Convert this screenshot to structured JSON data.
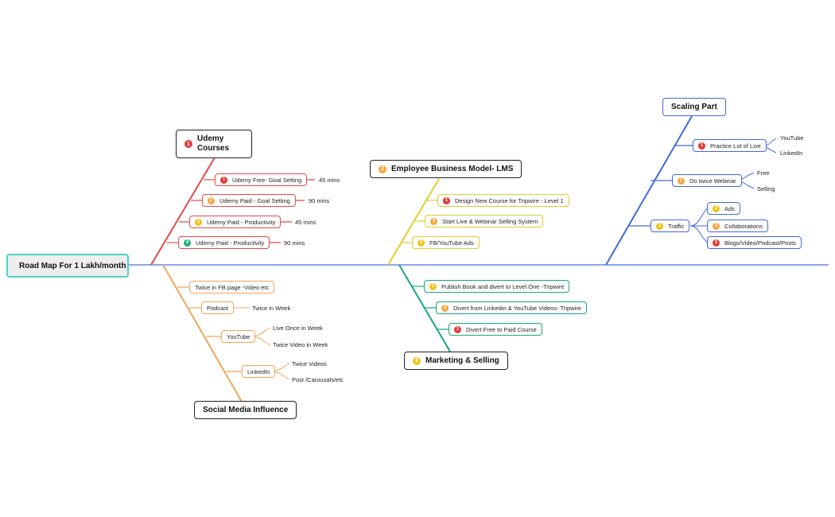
{
  "root": {
    "label": "Road Map For 1 Lakh/month"
  },
  "branches": {
    "udemy": {
      "title": "Udemy Courses",
      "badge": "1",
      "color": "#e44a4a",
      "items": [
        {
          "label": "Udemy Free- Goal Setting",
          "badge": "1",
          "leaf": "45 mins"
        },
        {
          "label": "Udemy Paid - Goal Setting",
          "badge": "2",
          "leaf": "90 mins"
        },
        {
          "label": "Udemy Paid - Productivity",
          "badge": "3",
          "leaf": "45 mins"
        },
        {
          "label": "Udemy Paid - Productivity",
          "badge": "4",
          "leaf": "90 mins"
        }
      ]
    },
    "employee": {
      "title": "Employee Business Model- LMS",
      "badge": "2",
      "color": "#e2cd2f",
      "items": [
        {
          "label": "Design New Course for Tripwire - Level 1",
          "badge": "1"
        },
        {
          "label": "Start Live & Webinar Selling System",
          "badge": "2"
        },
        {
          "label": "FB/YouTube Ads",
          "badge": "3"
        }
      ]
    },
    "scaling": {
      "title": "Scaling Part",
      "color": "#4169e1",
      "items": [
        {
          "label": "Practice Lot of Live",
          "badge": "1",
          "leaves": [
            "YouTube",
            "LinkedIn"
          ]
        },
        {
          "label": "Do twice Webinar",
          "badge": "2",
          "leaves": [
            "Free",
            "Selling"
          ]
        },
        {
          "label": "Traffic",
          "badge": "3",
          "children": [
            {
              "label": "Ads",
              "badge": "3"
            },
            {
              "label": "Collaborations",
              "badge": "2"
            },
            {
              "label": "Blogs/Video/Podcast/Posts",
              "badge": "1"
            }
          ]
        }
      ]
    },
    "social": {
      "title": "Social Media Influence",
      "color": "#f1a55a",
      "items": [
        {
          "label": "Twice in FB page -Video etc"
        },
        {
          "label": "Podcast",
          "leaves": [
            "Twice in Week"
          ]
        },
        {
          "label": "YouTube",
          "leaves": [
            "Live Once  in Week",
            "Twice Video in Week"
          ]
        },
        {
          "label": "LinkedIn",
          "leaves": [
            "Twice Videos",
            "Post /Carousals/etc"
          ]
        }
      ]
    },
    "marketing": {
      "title": "Marketing & Selling",
      "badge": "3",
      "color": "#17a979",
      "items": [
        {
          "label": "Publish Book and divert to Level One -Tripwire",
          "badge": "3"
        },
        {
          "label": "Divert from Linkedin & YouTube Videos- Tripwire",
          "badge": "2"
        },
        {
          "label": "Divert Free to Paid Course",
          "badge": "1"
        }
      ]
    }
  }
}
